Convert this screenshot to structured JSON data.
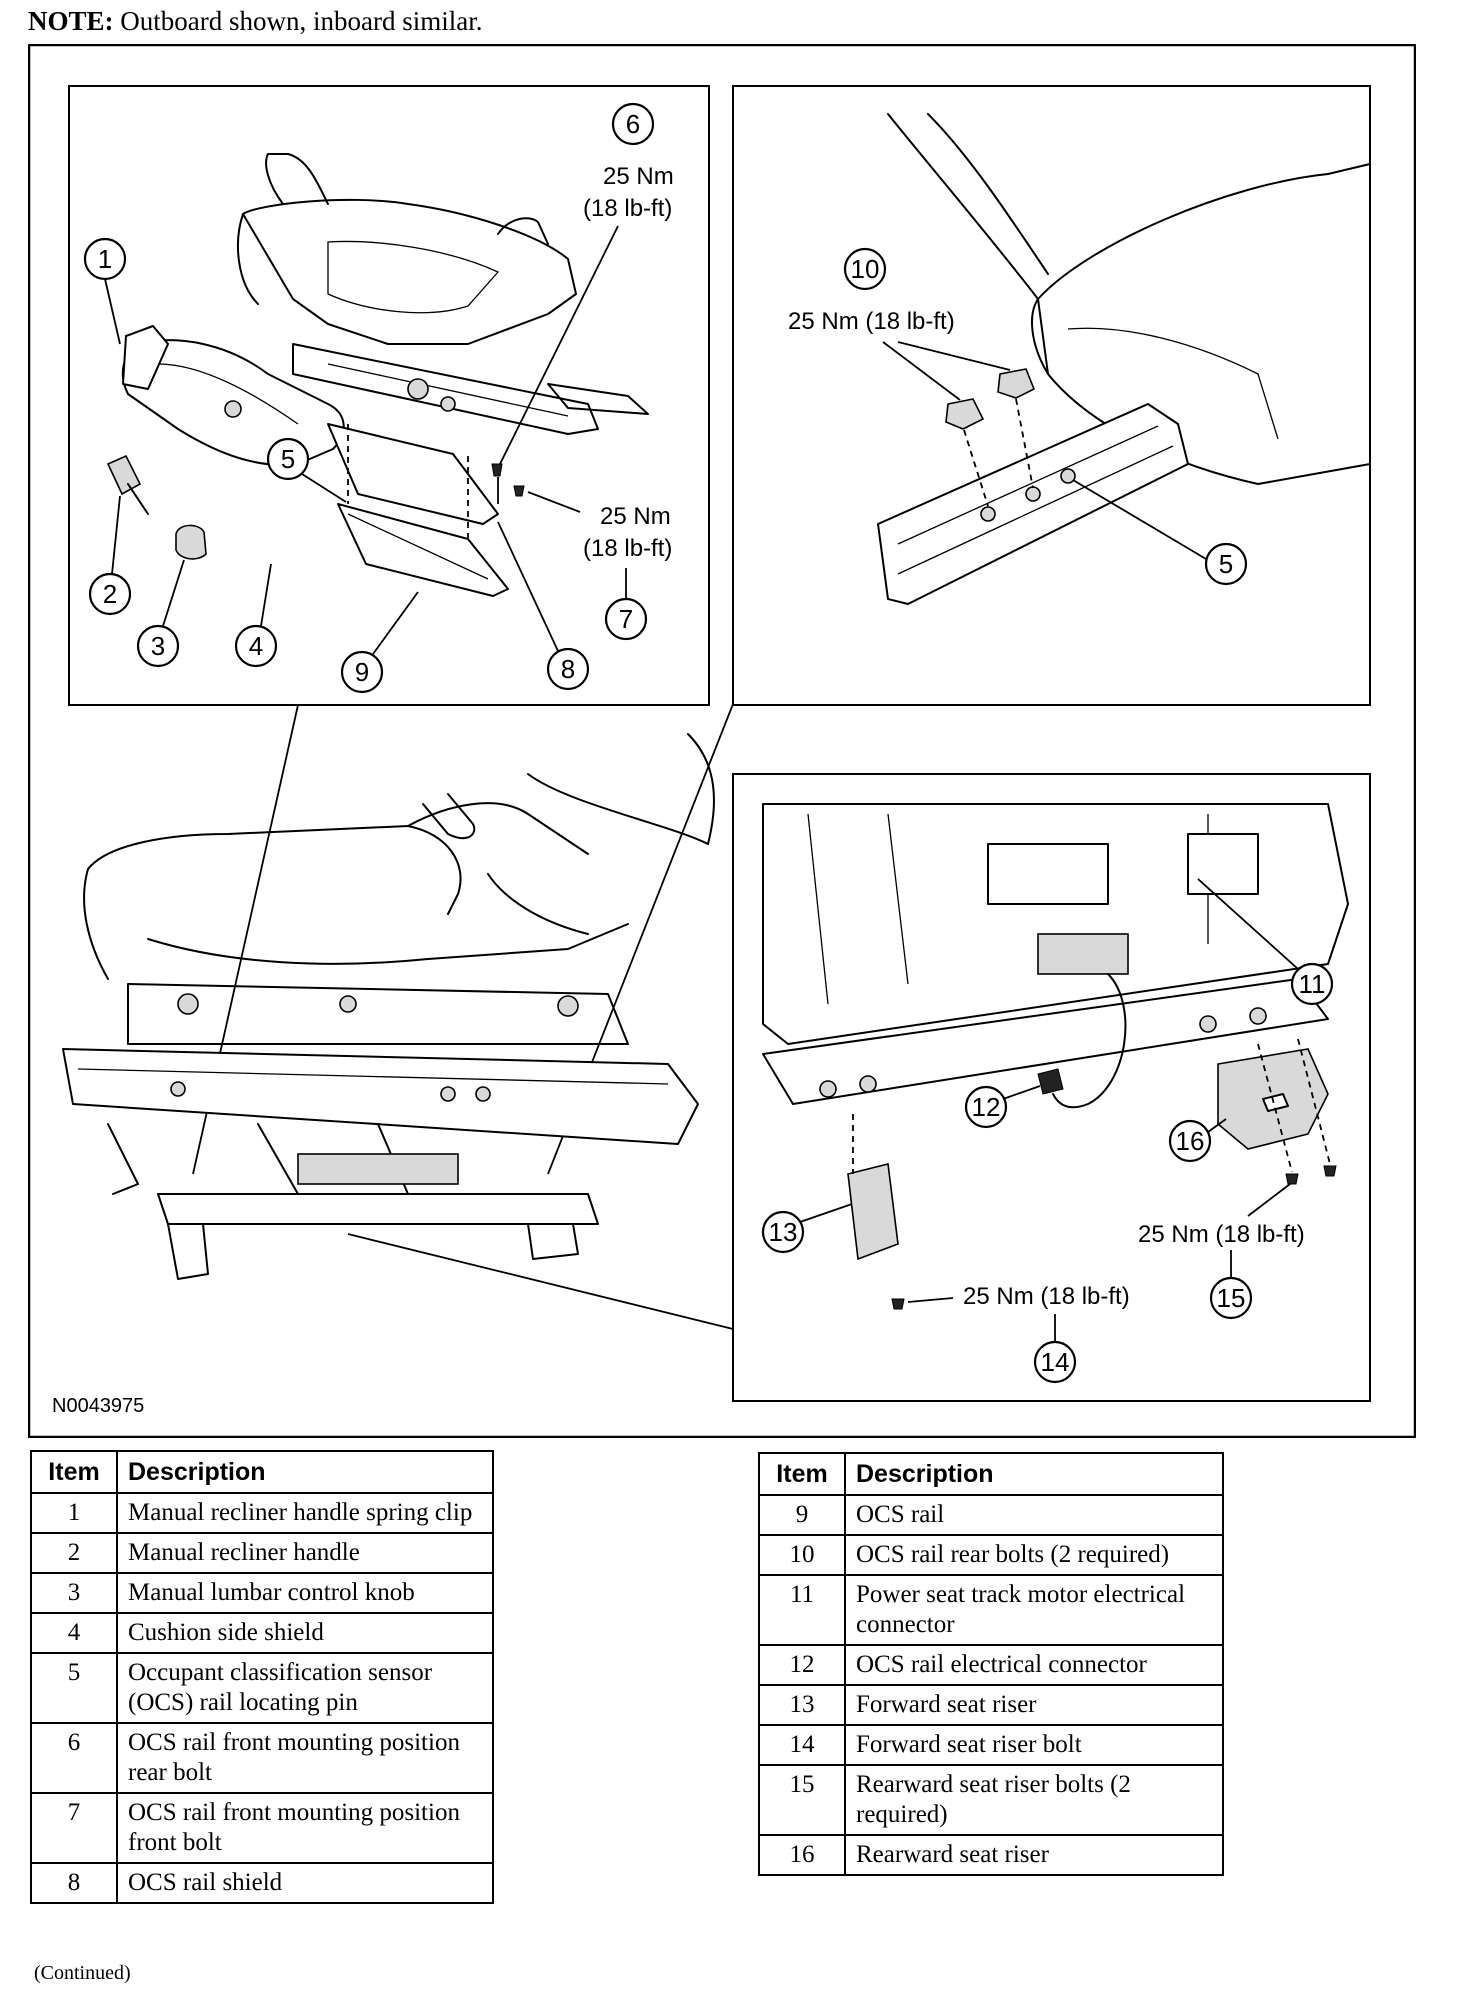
{
  "note": {
    "label": "NOTE:",
    "text": "Outboard shown, inboard similar."
  },
  "figure_id": "N0043975",
  "callouts": [
    "1",
    "2",
    "3",
    "4",
    "5",
    "6",
    "7",
    "8",
    "9",
    "10",
    "5",
    "11",
    "12",
    "13",
    "14",
    "15",
    "16"
  ],
  "torque_labels": {
    "t6a": "25 Nm",
    "t6b": "(18 lb-ft)",
    "t7a": "25 Nm",
    "t7b": "(18 lb-ft)",
    "t10": "25 Nm (18 lb-ft)",
    "t15": "25 Nm (18 lb-ft)",
    "t14": "25 Nm (18 lb-ft)"
  },
  "table_headers": {
    "item": "Item",
    "description": "Description"
  },
  "table_left": [
    {
      "item": "1",
      "description": "Manual recliner handle spring clip"
    },
    {
      "item": "2",
      "description": "Manual recliner handle"
    },
    {
      "item": "3",
      "description": "Manual lumbar control knob"
    },
    {
      "item": "4",
      "description": "Cushion side shield"
    },
    {
      "item": "5",
      "description": "Occupant classification sensor (OCS) rail locating pin"
    },
    {
      "item": "6",
      "description": "OCS rail front mounting position rear bolt"
    },
    {
      "item": "7",
      "description": "OCS rail front mounting position front bolt"
    },
    {
      "item": "8",
      "description": "OCS rail shield"
    }
  ],
  "table_right": [
    {
      "item": "9",
      "description": "OCS rail"
    },
    {
      "item": "10",
      "description": "OCS rail rear bolts (2 required)"
    },
    {
      "item": "11",
      "description": "Power seat track motor electrical connector"
    },
    {
      "item": "12",
      "description": "OCS rail electrical connector"
    },
    {
      "item": "13",
      "description": "Forward seat riser"
    },
    {
      "item": "14",
      "description": "Forward seat riser bolt"
    },
    {
      "item": "15",
      "description": "Rearward seat riser bolts (2 required)"
    },
    {
      "item": "16",
      "description": "Rearward seat riser"
    }
  ],
  "continued": "(Continued)"
}
